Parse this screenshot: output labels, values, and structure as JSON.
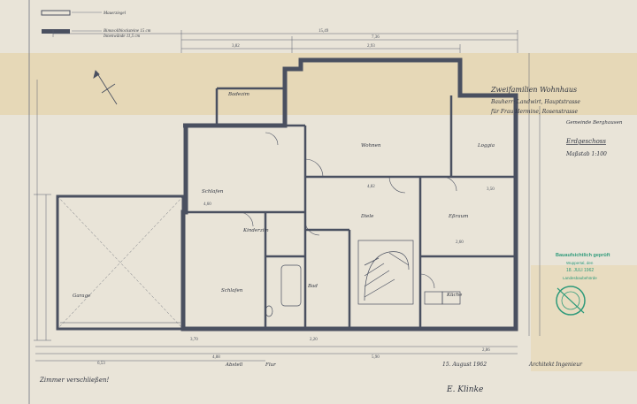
{
  "legend": {
    "item1": "Mauerziegel",
    "item2a": "Bimsvollblocksteine 15 cm",
    "item2b": "Innenwände 11,5 cm"
  },
  "title_block": {
    "line1": "Zweifamilien Wohnhaus",
    "line2": "Bauherr: Landwirt, Hauptstrasse",
    "line3": "für Frau Hermine, Rosenstrasse",
    "line4": "Gemeinde Berghausen",
    "plan_name": "Erdgeschoss",
    "scale": "Maßstab 1:100"
  },
  "rooms": {
    "bad_top": "Badezim",
    "wohnen": "Wohnen",
    "loggia": "Loggia",
    "schlafen1": "Schlafen",
    "garage": "Garage",
    "diele": "Diele",
    "essraum": "Eßraum",
    "kinder": "Kinderzim",
    "bad": "Bad",
    "schlafen2": "Schlafen",
    "kueche": "Küche",
    "abstell": "Abstell",
    "flur": "Flur"
  },
  "dimensions": {
    "overall_top": "15,49",
    "sub_top": "7,36",
    "d1": "3,82",
    "d2": "2,93",
    "d3": "4,82",
    "d4": "4,60",
    "d5": "2,60",
    "d6": "3,50",
    "d7": "6,53",
    "d8": "2,86",
    "d9": "4,88",
    "d10": "5,90",
    "d11": "3,70",
    "d12": "2,20"
  },
  "notes": {
    "bottom_left": "Zimmer verschließen!",
    "bottom_mid": "15. August 1962",
    "signer": "Architekt Ingenieur",
    "signature": "E. Klinke"
  },
  "stamp": {
    "line1": "Bauaufsichtlich geprüft",
    "line2": "Wuppertal, den",
    "line3": "18. JULI 1962",
    "line4": "Landesbaubehörde"
  },
  "colors": {
    "wall": "#4a5060",
    "paper": "#e9e4d8",
    "stamp": "#2e9a7a",
    "stain": "#e2c27a"
  }
}
